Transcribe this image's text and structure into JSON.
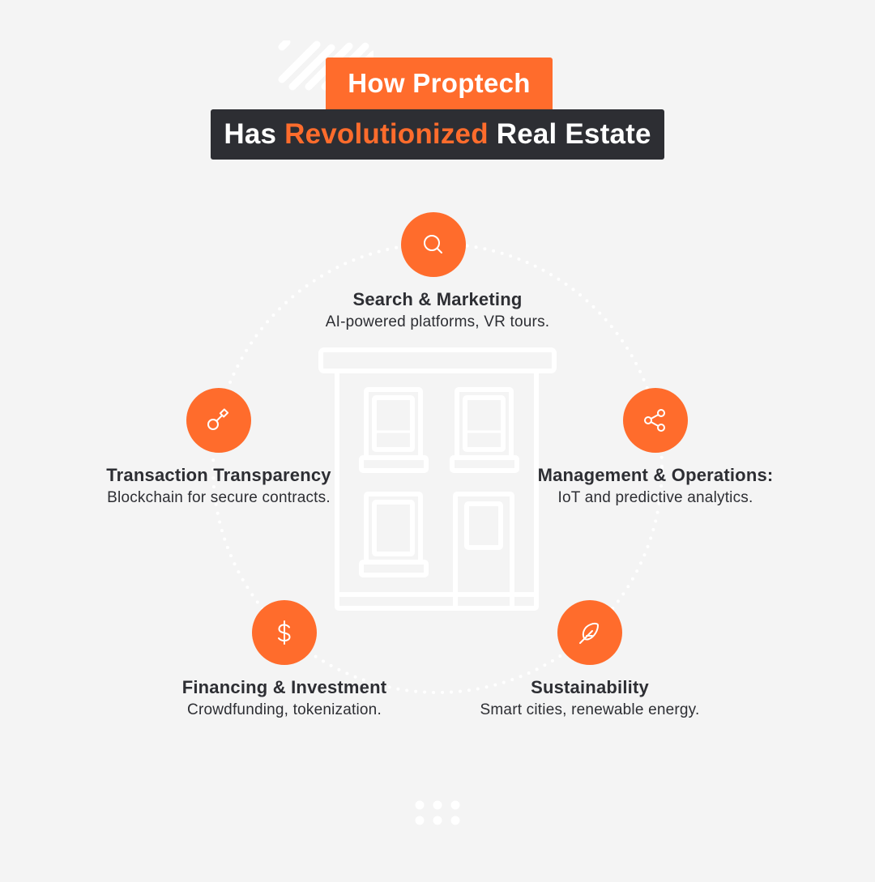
{
  "header": {
    "title_line1": "How Proptech",
    "title_line2_pre": "Has ",
    "title_line2_accent": "Revolutionized",
    "title_line2_post": " Real Estate"
  },
  "colors": {
    "accent": "#ff6c2c",
    "dark": "#2d2e33",
    "background": "#f4f4f4",
    "illustration": "#ffffff"
  },
  "center_illustration": "building-icon",
  "features": [
    {
      "id": "search",
      "icon": "search-icon",
      "title": "Search & Marketing",
      "description": "AI-powered platforms, VR tours."
    },
    {
      "id": "transaction",
      "icon": "key-icon",
      "title": "Transaction Transparency",
      "description": "Blockchain for secure contracts."
    },
    {
      "id": "management",
      "icon": "share-icon",
      "title": "Management & Operations:",
      "description": "IoT and predictive analytics."
    },
    {
      "id": "financing",
      "icon": "dollar-icon",
      "title": "Financing & Investment",
      "description": "Crowdfunding, tokenization."
    },
    {
      "id": "sustainability",
      "icon": "feather-icon",
      "title": "Sustainability",
      "description": "Smart cities, renewable energy."
    }
  ]
}
